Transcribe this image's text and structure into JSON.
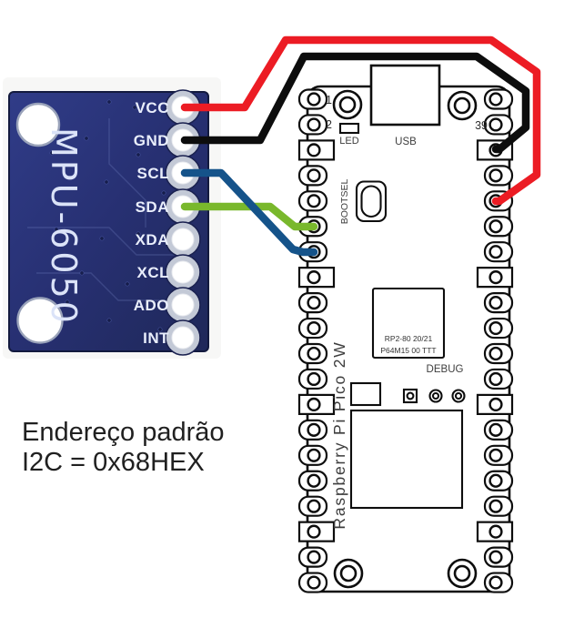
{
  "caption": {
    "line1": "Endereço padrão",
    "line2": "I2C = 0x68HEX"
  },
  "mpu": {
    "silkscreen": "MPU-6050",
    "pins": [
      "VCC",
      "GND",
      "SCL",
      "SDA",
      "XDA",
      "XCL",
      "ADO",
      "INT"
    ],
    "pcb_color": "#273072",
    "silkscreen_color": "#dbe3f8"
  },
  "pico": {
    "board_name": "Raspberry Pi Pico 2W",
    "pin1_label": "1",
    "pin2_label": "2",
    "pin39_label": "39",
    "led_label": "LED",
    "usb_label": "USB",
    "bootsel_label": "BOOTSEL",
    "debug_label": "DEBUG",
    "chip_line1": "RP2-80  20/21",
    "chip_line2": "P64M15 00 TTT"
  },
  "wires": [
    {
      "name": "vcc-wire",
      "signal": "VCC",
      "color": "#ec1c24"
    },
    {
      "name": "gnd-wire",
      "signal": "GND",
      "color": "#0d0d0d"
    },
    {
      "name": "scl-wire",
      "signal": "SCL",
      "color": "#15538a"
    },
    {
      "name": "sda-wire",
      "signal": "SDA",
      "color": "#79b82c"
    }
  ]
}
